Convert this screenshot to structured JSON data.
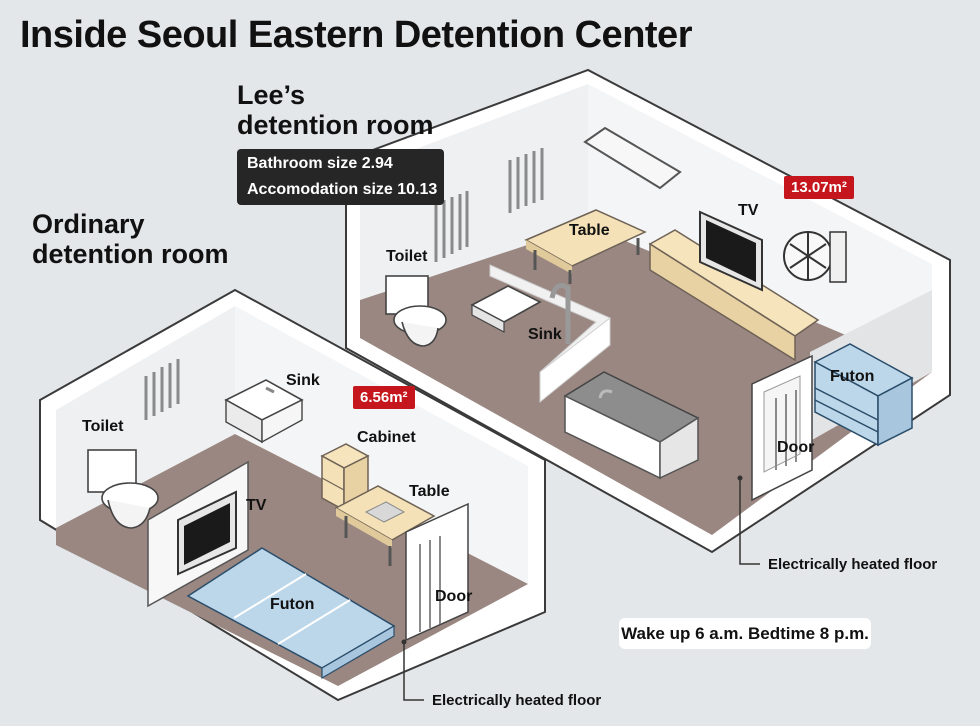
{
  "title": "Inside Seoul Eastern Detention Center",
  "lees_room": {
    "heading_line1": "Lee’s",
    "heading_line2": "detention room",
    "bathroom_size": "Bathroom size 2.94",
    "accommodation_size": "Accomodation size 10.13",
    "area_badge": "13.07m²",
    "labels": {
      "toilet": "Toilet",
      "sink": "Sink",
      "table": "Table",
      "tv": "TV",
      "futon": "Futon",
      "door": "Door",
      "floor": "Electrically heated floor"
    }
  },
  "ordinary_room": {
    "heading_line1": "Ordinary",
    "heading_line2": "detention room",
    "area_badge": "6.56m²",
    "labels": {
      "toilet": "Toilet",
      "sink": "Sink",
      "cabinet": "Cabinet",
      "table": "Table",
      "tv": "TV",
      "futon": "Futon",
      "door": "Door",
      "floor": "Electrically heated floor"
    }
  },
  "schedule": "Wake up 6 a.m. Bedtime 8 p.m.",
  "colors": {
    "background": "#e4e7ea",
    "floor": "#9a8781",
    "badge": "#c4161c",
    "futon_blue": "#bcd6ea",
    "wood": "#f4e1b7"
  }
}
